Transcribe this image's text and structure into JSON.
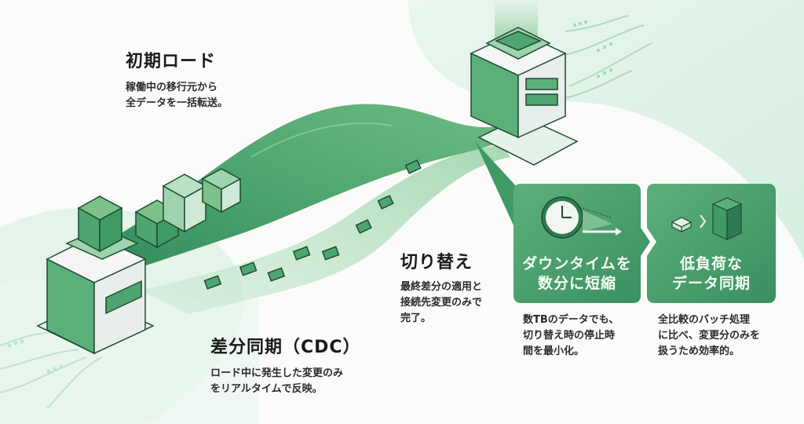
{
  "title": "データ移行プロセス",
  "steps": {
    "initial_load": {
      "heading": "初期ロード",
      "description_lines": [
        "稼働中の移行元から",
        "全データを一括転送。"
      ]
    },
    "cdc": {
      "heading": "差分同期（CDC）",
      "description_lines": [
        "ロード中に発生した変更のみ",
        "をリアルタイムで反映。"
      ]
    },
    "cutover": {
      "heading": "切り替え",
      "description_lines": [
        "最終差分の適用と",
        "接続先変更のみで",
        "完了。"
      ]
    }
  },
  "benefits": [
    {
      "icon": "clock-arrow-icon",
      "title_lines": [
        "ダウンタイムを",
        "数分に短縮"
      ],
      "description_lines": [
        "数TBのデータでも、",
        "切り替え時の停止時",
        "間を最小化。"
      ]
    },
    {
      "icon": "small-to-large-block-icon",
      "title_lines": [
        "低負荷な",
        "データ同期"
      ],
      "description_lines": [
        "全比較のバッチ処理",
        "に比べ、変更分のみを",
        "扱うため効率的。"
      ]
    }
  ],
  "colors": {
    "primary_green": "#3f9a64",
    "light_green": "#7cc08a",
    "dark_outline": "#1f4a33",
    "background": "#fbfcfa",
    "mint_background": "#dff2e5"
  }
}
